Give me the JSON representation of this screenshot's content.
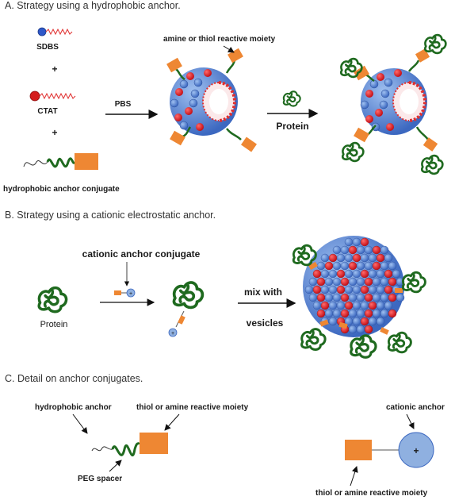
{
  "sections": {
    "a_title": "A.   Strategy using a hydrophobic anchor.",
    "b_title": "B.   Strategy using a cationic electrostatic anchor.",
    "c_title": "C.   Detail on anchor conjugates."
  },
  "panel_a": {
    "sdbs": "SDBS",
    "plus1": "+",
    "ctat": "CTAT",
    "plus2": "+",
    "conjugate": "hydrophobic anchor conjugate",
    "pbs": "PBS",
    "reactive": "amine or thiol reactive moiety",
    "protein": "Protein"
  },
  "panel_b": {
    "conjugate": "cationic anchor conjugate",
    "protein": "Protein",
    "mix": "mix with",
    "vesicles": "vesicles"
  },
  "panel_c": {
    "hydrophobic": "hydrophobic anchor",
    "thiol_amine_1": "thiol or amine reactive moiety",
    "peg": "PEG spacer",
    "cationic": "cationic anchor",
    "plus_sign": "+",
    "thiol_amine_2": "thiol or amine reactive moiety"
  },
  "colors": {
    "blue": "#5b86d6",
    "red": "#e0202a",
    "orange": "#ee8733",
    "green": "#1f6a1f",
    "sdbs_head": "#2f58c9",
    "ctat_head": "#d41d1d",
    "cation": "#8fb0e0"
  }
}
